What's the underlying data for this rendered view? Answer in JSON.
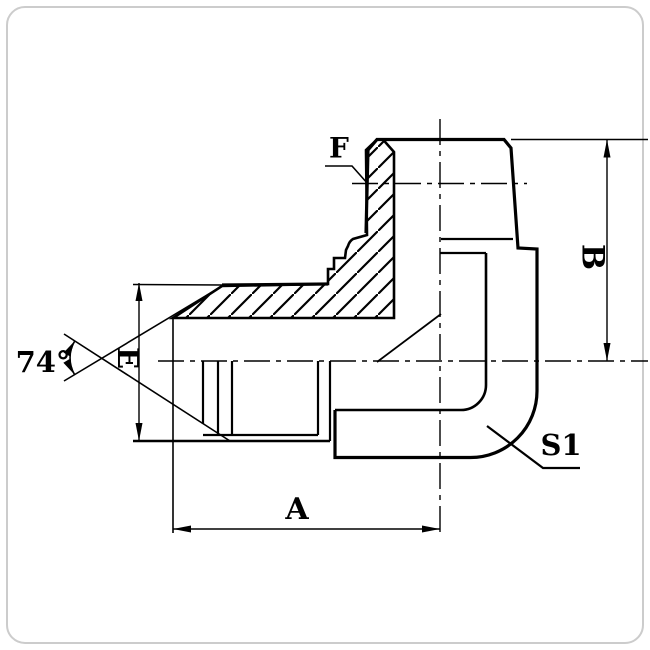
{
  "colors": {
    "ink": "#000000",
    "paper": "#ffffff",
    "frame": "#cccccc"
  },
  "drawing": {
    "type": "technical-drawing",
    "subject": "90-degree elbow male adapter fitting, half-section view",
    "labels": {
      "thread_designation": "F",
      "port_height": "B",
      "flare_diameter": "E",
      "overall_length": "A",
      "wrench_size": "S1",
      "cone_angle": "74°"
    }
  }
}
